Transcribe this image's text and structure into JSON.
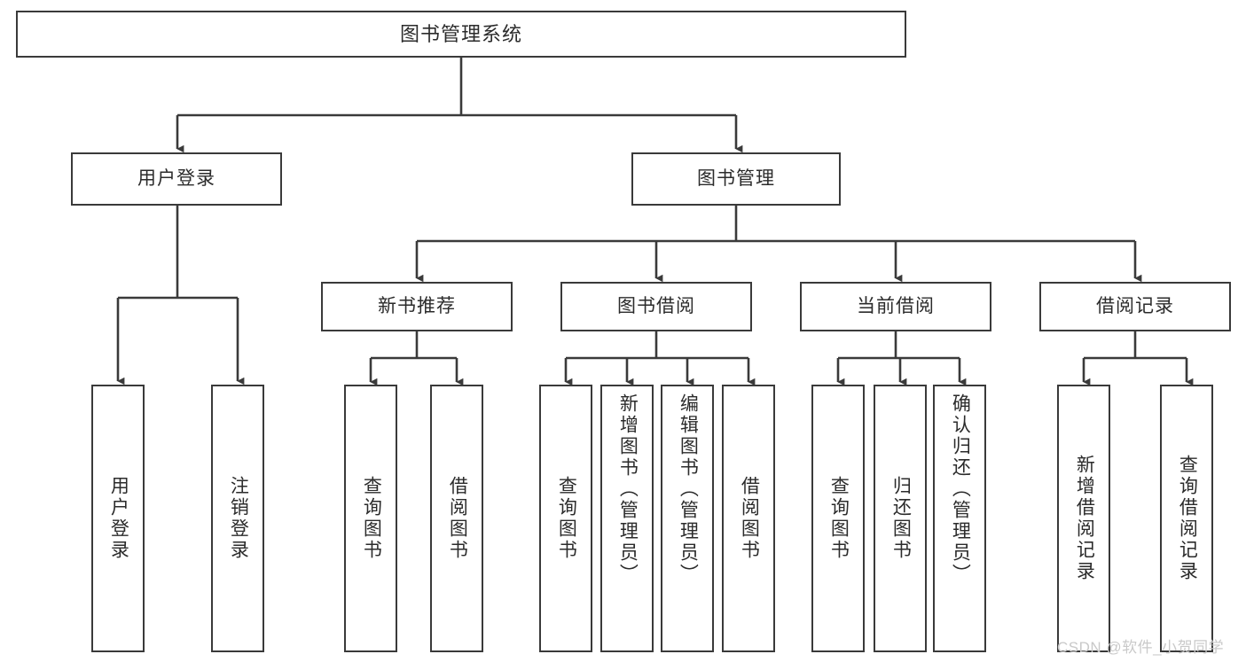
{
  "diagram": {
    "title": "图书管理系统",
    "type": "tree",
    "theme": {
      "background": "#ffffff",
      "node_border": "#3a3a3a",
      "node_fill": "#ffffff",
      "text": "#2b2b2b",
      "connector": "#3a3a3a",
      "watermark": "#c9c9c9"
    }
  },
  "nodes": {
    "root": {
      "label": "图书管理系统"
    },
    "level1": [
      {
        "label": "用户登录"
      },
      {
        "label": "图书管理"
      }
    ],
    "level2": [
      {
        "label": "新书推荐"
      },
      {
        "label": "图书借阅"
      },
      {
        "label": "当前借阅"
      },
      {
        "label": "借阅记录"
      }
    ],
    "leaves": {
      "user_login": [
        {
          "label": "用户登录"
        },
        {
          "label": "注销登录"
        }
      ],
      "new_book": [
        {
          "label": "查询图书"
        },
        {
          "label": "借阅图书"
        }
      ],
      "book_borrow": [
        {
          "label": "查询图书"
        },
        {
          "label": "新增图书（管理员）"
        },
        {
          "label": "编辑图书（管理员）"
        },
        {
          "label": "借阅图书"
        }
      ],
      "current_borrow": [
        {
          "label": "查询图书"
        },
        {
          "label": "归还图书"
        },
        {
          "label": "确认归还（管理员）"
        }
      ],
      "borrow_record": [
        {
          "label": "新增借阅记录"
        },
        {
          "label": "查询借阅记录"
        }
      ]
    }
  },
  "watermark": {
    "text": "CSDN @软件_小贺同学"
  }
}
